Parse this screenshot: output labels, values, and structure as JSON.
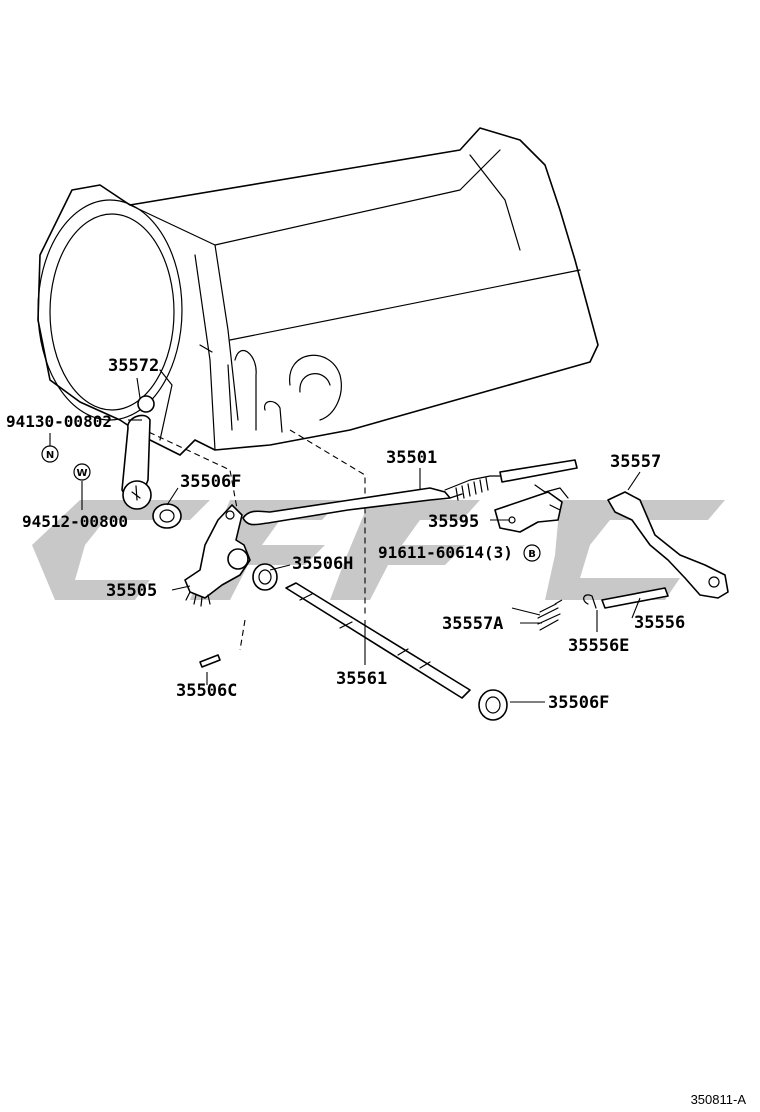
{
  "diagram": {
    "ref_code": "350811-A",
    "watermark_text": "",
    "parts": {
      "p35572": "35572",
      "p94130": "94130-00802",
      "p94512": "94512-00800",
      "p35506F_left": "35506F",
      "p35505": "35505",
      "p35506H": "35506H",
      "p35506C": "35506C",
      "p35561": "35561",
      "p35501": "35501",
      "p35595": "35595",
      "p91611": "91611-60614(3)",
      "p35557": "35557",
      "p35557A": "35557A",
      "p35556": "35556",
      "p35556E": "35556E",
      "p35506F_right": "35506F"
    },
    "symbols": {
      "n_symbol": "N",
      "w_symbol": "W",
      "b_symbol": "B"
    }
  }
}
